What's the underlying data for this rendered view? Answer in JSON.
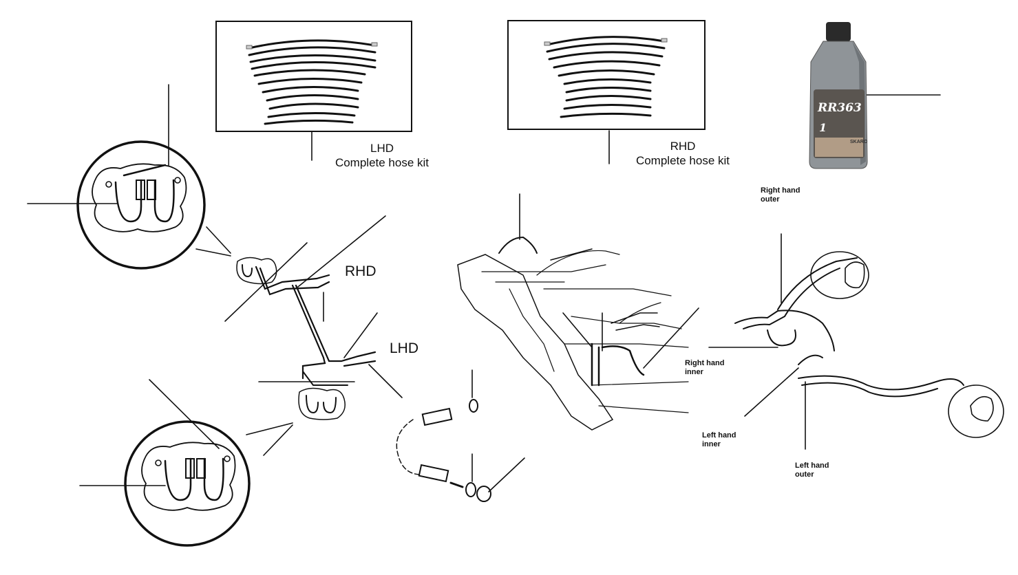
{
  "kits": {
    "lhd": {
      "line1": "LHD",
      "line2": "Complete hose kit"
    },
    "rhd": {
      "line1": "RHD",
      "line2": "Complete hose kit"
    }
  },
  "tags": {
    "rhd": "RHD",
    "lhd": "LHD"
  },
  "axle_labels": {
    "right_outer": [
      "Right hand",
      "outer"
    ],
    "right_inner": [
      "Right hand",
      "inner"
    ],
    "left_inner": [
      "Left hand",
      "inner"
    ],
    "left_outer": [
      "Left hand",
      "outer"
    ]
  },
  "bottle": {
    "brand": "RR363",
    "size": "1",
    "maker": "SKARO",
    "colors": {
      "body": "#8f9498",
      "cap": "#2a2a2a",
      "label": "#5a5550",
      "panel": "#b19c86"
    }
  }
}
